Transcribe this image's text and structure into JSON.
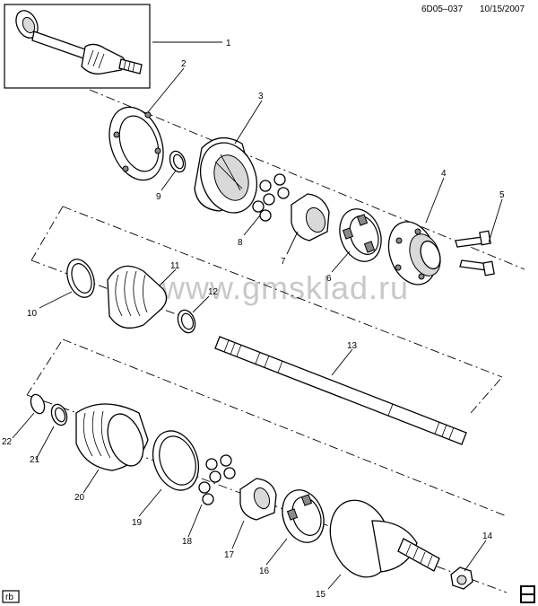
{
  "header": {
    "code": "6D05–037",
    "date": "10/15/2007"
  },
  "watermark": "www.gmsklad.ru",
  "footer": {
    "left_tag": "rb",
    "right_icon": "gm-spo-logo"
  },
  "callouts": [
    {
      "id": "c1",
      "label": "1"
    },
    {
      "id": "c2",
      "label": "2"
    },
    {
      "id": "c3",
      "label": "3"
    },
    {
      "id": "c4",
      "label": "4"
    },
    {
      "id": "c5",
      "label": "5"
    },
    {
      "id": "c6",
      "label": "6"
    },
    {
      "id": "c7",
      "label": "7"
    },
    {
      "id": "c8",
      "label": "8"
    },
    {
      "id": "c9",
      "label": "9"
    },
    {
      "id": "c10",
      "label": "10"
    },
    {
      "id": "c11",
      "label": "11"
    },
    {
      "id": "c12",
      "label": "12"
    },
    {
      "id": "c13",
      "label": "13"
    },
    {
      "id": "c14",
      "label": "14"
    },
    {
      "id": "c15",
      "label": "15"
    },
    {
      "id": "c16",
      "label": "16"
    },
    {
      "id": "c17",
      "label": "17"
    },
    {
      "id": "c18",
      "label": "18"
    },
    {
      "id": "c19",
      "label": "19"
    },
    {
      "id": "c20",
      "label": "20"
    },
    {
      "id": "c21",
      "label": "21"
    },
    {
      "id": "c22",
      "label": "22"
    }
  ]
}
